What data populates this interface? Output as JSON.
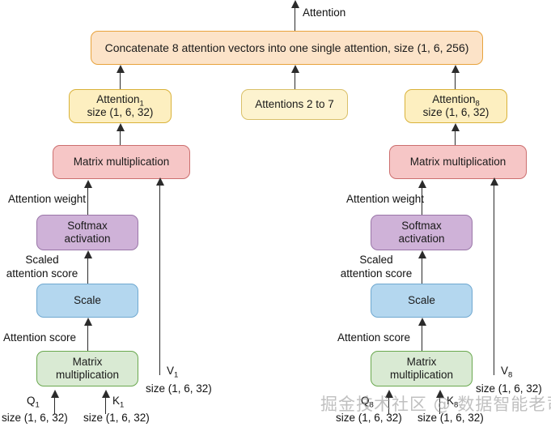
{
  "diagram": {
    "title_label": "Attention",
    "watermark": "掘金技术社区 @ 数据智能老司机",
    "concat": {
      "label": "Concatenate 8 attention vectors into one single attention, size (1, 6, 256)"
    },
    "attention_middle": {
      "label": "Attentions 2 to 7"
    },
    "heads": [
      {
        "id": "head-1",
        "attention_title": "Attention",
        "attention_sub": "1",
        "attention_size": "size (1, 6, 32)",
        "matmul_top_label": "Matrix multiplication",
        "attention_weight_label": "Attention weight",
        "softmax_line1": "Softmax",
        "softmax_line2": "activation",
        "scaled_score_line1": "Scaled",
        "scaled_score_line2": "attention score",
        "scale_label": "Scale",
        "attention_score_label": "Attention score",
        "matmul_bottom_line1": "Matrix",
        "matmul_bottom_line2": "multiplication",
        "q_label": "Q",
        "q_sub": "1",
        "q_size": "size (1, 6, 32)",
        "k_label": "K",
        "k_sub": "1",
        "k_size": "size (1, 6, 32)",
        "v_label": "V",
        "v_sub": "1",
        "v_size": "size (1, 6, 32)"
      },
      {
        "id": "head-8",
        "attention_title": "Attention",
        "attention_sub": "8",
        "attention_size": "size (1, 6, 32)",
        "matmul_top_label": "Matrix multiplication",
        "attention_weight_label": "Attention weight",
        "softmax_line1": "Softmax",
        "softmax_line2": "activation",
        "scaled_score_line1": "Scaled",
        "scaled_score_line2": "attention score",
        "scale_label": "Scale",
        "attention_score_label": "Attention score",
        "matmul_bottom_line1": "Matrix",
        "matmul_bottom_line2": "multiplication",
        "q_label": "Q",
        "q_sub": "8",
        "q_size": "size (1, 6, 32)",
        "k_label": "K",
        "k_sub": "8",
        "k_size": "size (1, 6, 32)",
        "v_label": "V",
        "v_sub": "8",
        "v_size": "size (1, 6, 32)"
      }
    ],
    "colors": {
      "concat_fill": "#fce3c8",
      "concat_stroke": "#e8a33d",
      "attention_fill": "#fdefc0",
      "attention_stroke": "#d9b23a",
      "matmul_fill": "#f6c6c6",
      "matmul_stroke": "#cc6f6f",
      "softmax_fill": "#cfb2d8",
      "softmax_stroke": "#9a76a8",
      "scale_fill": "#b4d7ef",
      "scale_stroke": "#6fa8d0",
      "green_fill": "#d9ead3",
      "green_stroke": "#6aa84f",
      "arrow": "#2b2b2b"
    }
  }
}
